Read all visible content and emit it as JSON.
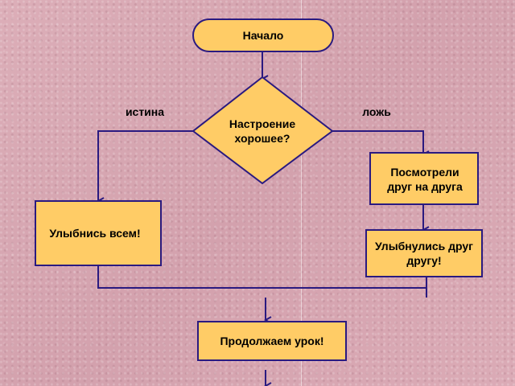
{
  "nodes": {
    "start": "Начало",
    "condition": "Настроение хорошее?",
    "true_action": "Улыбнись всем!",
    "false_action_1": "Посмотрели друг на друга",
    "false_action_2": "Улыбнулись друг другу!",
    "end": "Продолжаем урок!"
  },
  "branches": {
    "true_label": "истина",
    "false_label": "ложь"
  },
  "colors": {
    "background": "#d9a9b4",
    "node_fill": "#ffcc66",
    "node_stroke": "#2a1a80",
    "connector": "#2a1a80"
  }
}
